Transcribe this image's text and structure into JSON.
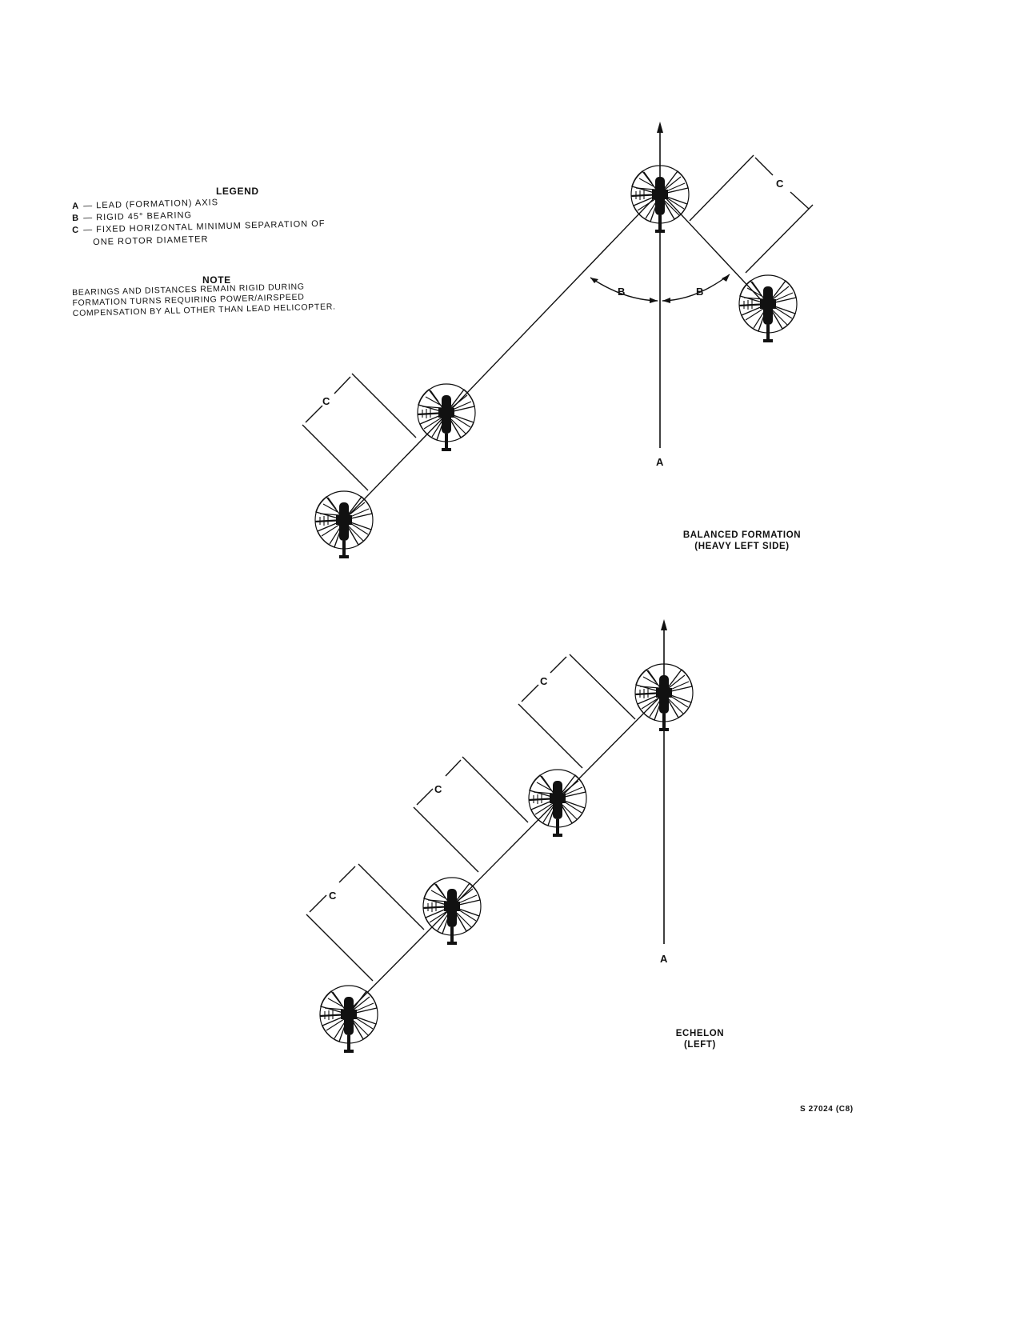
{
  "legend": {
    "title": "LEGEND",
    "items": [
      {
        "key": "A",
        "text": "— LEAD (FORMATION) AXIS"
      },
      {
        "key": "B",
        "text": "— RIGID 45° BEARING"
      },
      {
        "key": "C",
        "text": "— FIXED HORIZONTAL MINIMUM SEPARATION OF"
      },
      {
        "key": "",
        "text": "ONE ROTOR DIAMETER"
      }
    ]
  },
  "note": {
    "title": "NOTE",
    "text": "BEARINGS AND DISTANCES REMAIN RIGID DURING\nFORMATION TURNS REQUIRING POWER/AIRSPEED\nCOMPENSATION BY ALL OTHER THAN LEAD HELICOPTER."
  },
  "labels": {
    "axis": "A",
    "bearing": "B",
    "separation": "C"
  },
  "captions": {
    "balanced": "BALANCED FORMATION\n(HEAVY LEFT SIDE)",
    "echelon": "ECHELON\n(LEFT)"
  },
  "figure_id": "S 27024 (C8)",
  "icons": {
    "helicopter": "helicopter-icon"
  }
}
